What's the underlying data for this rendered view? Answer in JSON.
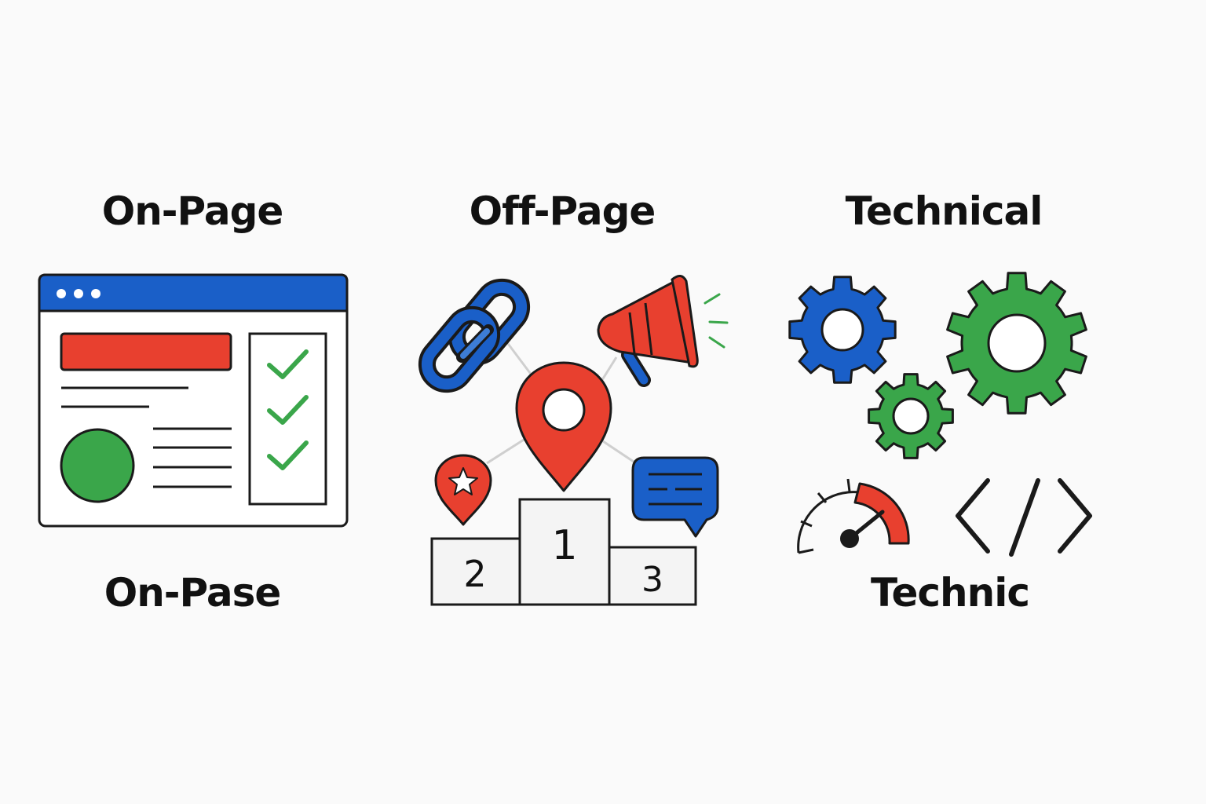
{
  "columns": [
    {
      "id": "on-page",
      "heading": "On-Page",
      "caption": "On-Pase"
    },
    {
      "id": "off-page",
      "heading": "Off-Page",
      "caption": ""
    },
    {
      "id": "technical",
      "heading": "Technical",
      "caption": "Technic"
    }
  ],
  "podium": {
    "first": "1",
    "second": "2",
    "third": "3"
  },
  "colors": {
    "blue": "#1a5fc8",
    "red": "#e8402f",
    "green": "#3aa64a",
    "outline": "#1a1a1a",
    "panel": "#f4f4f4"
  },
  "icons": {
    "on_page": [
      "browser-window-icon",
      "checklist-icon",
      "checkmark-icon",
      "image-placeholder-icon"
    ],
    "off_page": [
      "chain-link-icon",
      "megaphone-icon",
      "location-pin-icon",
      "star-badge-icon",
      "chat-bubble-icon",
      "podium-icon"
    ],
    "technical": [
      "gear-icon",
      "speedometer-icon",
      "code-brackets-icon"
    ]
  }
}
